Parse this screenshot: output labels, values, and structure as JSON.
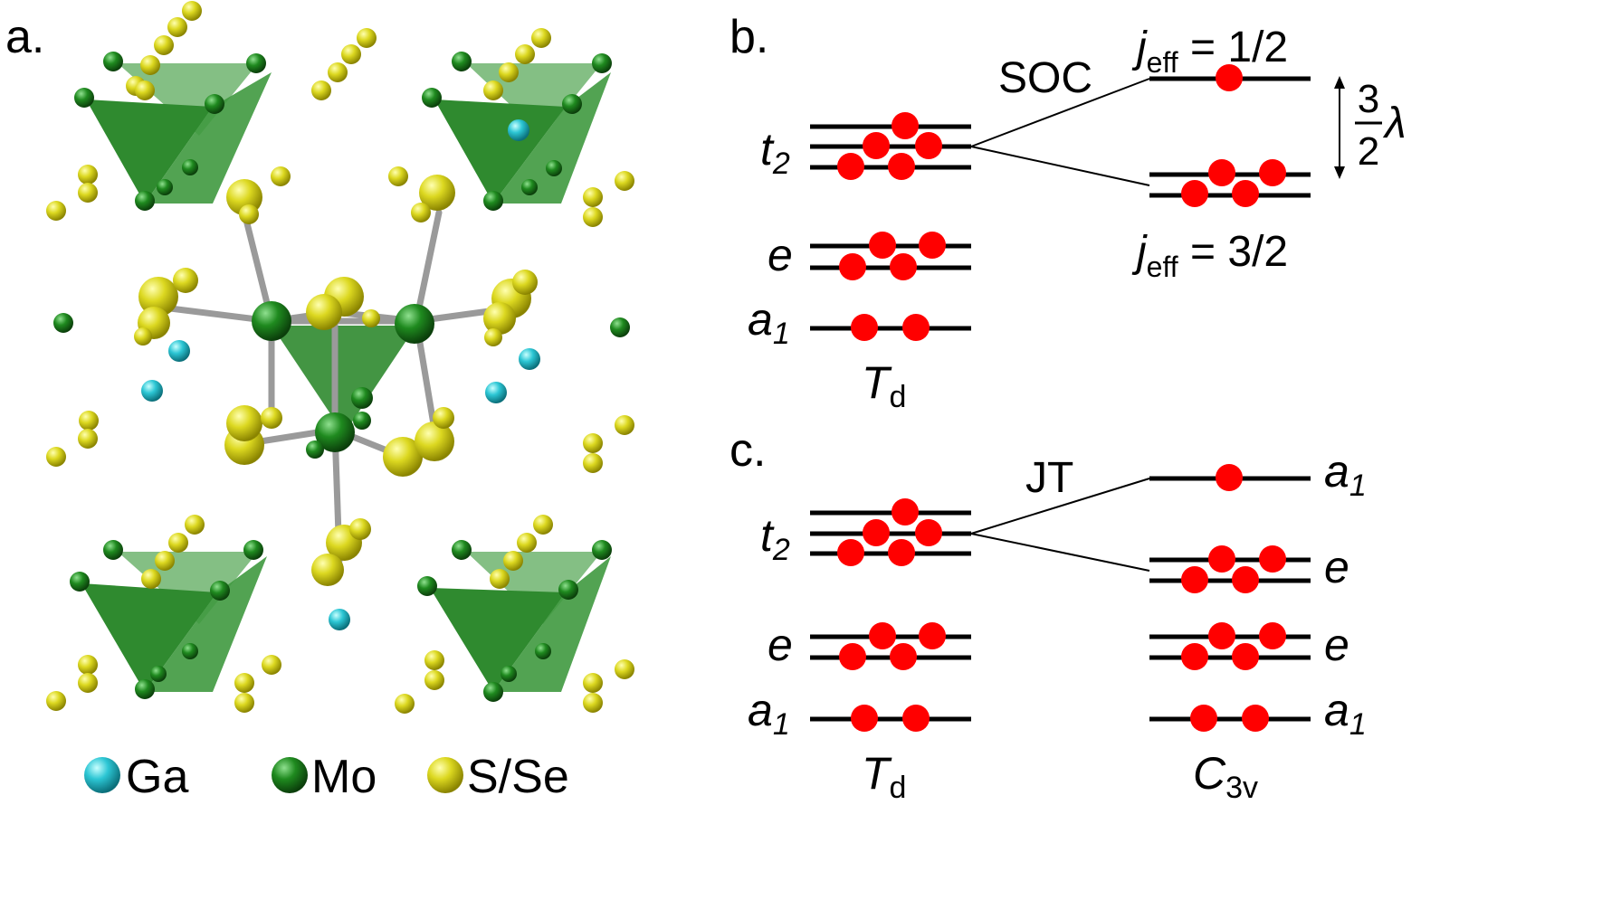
{
  "panels": {
    "a": "a.",
    "b": "b.",
    "c": "c."
  },
  "legend": [
    {
      "label": "Ga",
      "color": "#2cc6d4"
    },
    {
      "label": "Mo",
      "color": "#1f7a1f"
    },
    {
      "label": "S/Se",
      "color": "#c7c400"
    }
  ],
  "colors": {
    "electron": "#ff0000",
    "level": "#000000",
    "tetra_dark": "#2f8a2f",
    "tetra_light": "#5fae5f",
    "bond": "#9a9a9a"
  },
  "panel_b": {
    "process": "SOC",
    "split": {
      "num": "3",
      "den": "2",
      "sym": "λ"
    },
    "upper": {
      "j": "j",
      "sub": "eff",
      "value": " = 1/2"
    },
    "lower": {
      "j": "j",
      "sub": "eff",
      "value": " = 3/2"
    },
    "left_levels": {
      "t2": {
        "main": "t",
        "sub": "2"
      },
      "e": {
        "main": "e"
      },
      "a1": {
        "main": "a",
        "sub": "1"
      }
    },
    "group": {
      "main": "T",
      "sub": "d"
    }
  },
  "panel_c": {
    "process": "JT",
    "left_levels": {
      "t2": {
        "main": "t",
        "sub": "2"
      },
      "e": {
        "main": "e"
      },
      "a1": {
        "main": "a",
        "sub": "1"
      }
    },
    "right_levels": {
      "a1_top": {
        "main": "a",
        "sub": "1"
      },
      "e_split": {
        "main": "e"
      },
      "e": {
        "main": "e"
      },
      "a1": {
        "main": "a",
        "sub": "1"
      }
    },
    "group_left": {
      "main": "T",
      "sub": "d"
    },
    "group_right": {
      "main": "C",
      "sub": "3v"
    }
  }
}
